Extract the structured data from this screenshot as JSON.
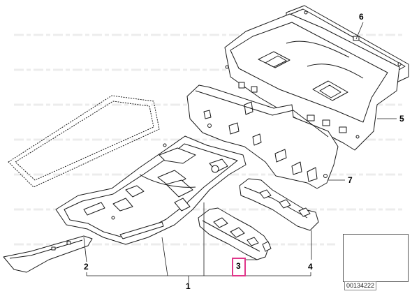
{
  "callouts": {
    "part_1": "1",
    "part_2": "2",
    "part_3": "3",
    "part_4": "4",
    "part_5": "5",
    "part_6": "6",
    "part_7": "7"
  },
  "highlighted_part": "3",
  "thumbnail": {
    "image_id": "00134222"
  },
  "colors": {
    "line": "#1a1a1a",
    "highlight": "#e0368a",
    "watermark": "#e4e4e4"
  }
}
